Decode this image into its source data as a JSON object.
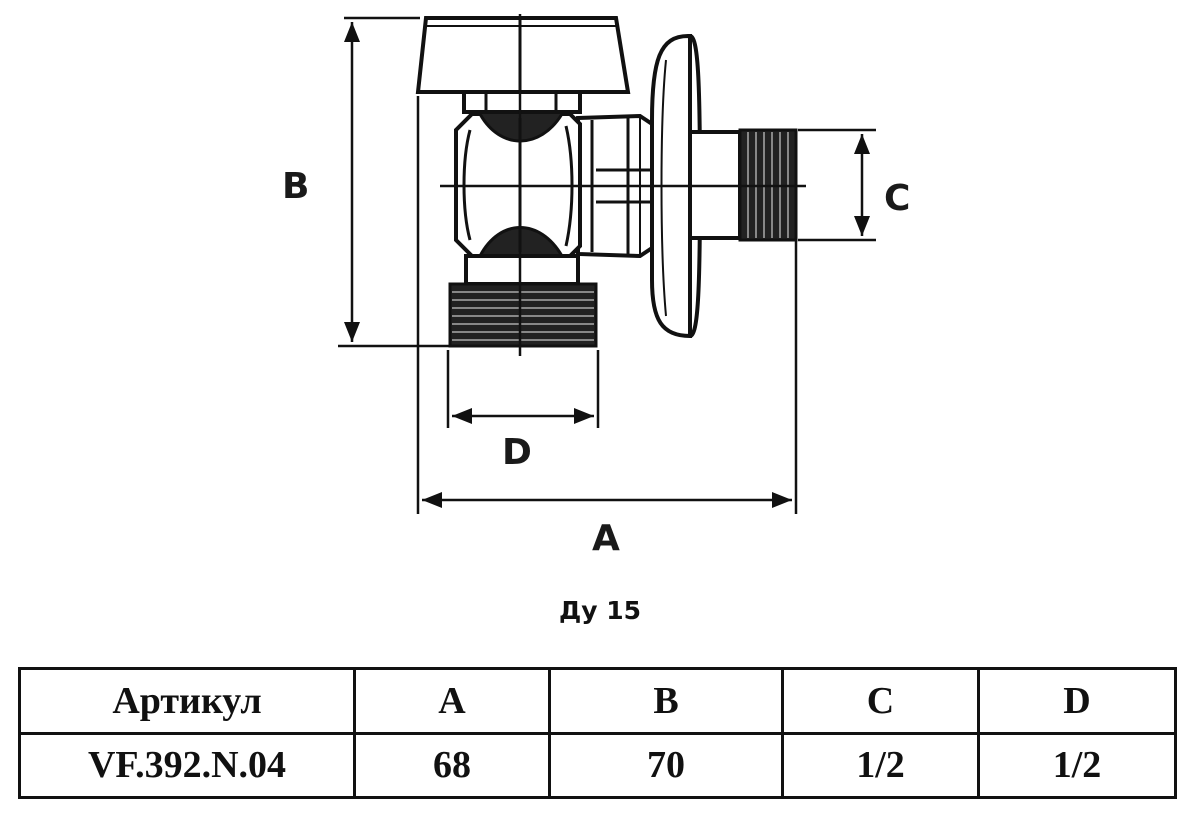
{
  "diagram": {
    "labels": {
      "a": "A",
      "b": "B",
      "c": "C",
      "d": "D"
    },
    "caption": "Ду 15"
  },
  "table": {
    "headers": [
      "Артикул",
      "A",
      "B",
      "C",
      "D"
    ],
    "rows": [
      [
        "VF.392.N.04",
        "68",
        "70",
        "1/2",
        "1/2"
      ]
    ]
  }
}
